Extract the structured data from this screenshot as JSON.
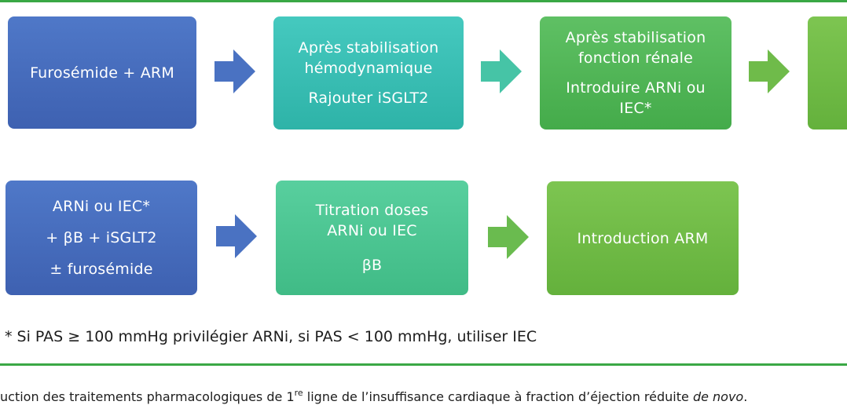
{
  "row1": {
    "box1": {
      "line1": "Furosémide + ARM"
    },
    "box2": {
      "line1": "Après stabilisation",
      "line2": "hémodynamique",
      "line3": "Rajouter iSGLT2"
    },
    "box3": {
      "line1": "Après stabilisation",
      "line2": "fonction rénale",
      "line3": "Introduire ARNi ou",
      "line4": "IEC*"
    }
  },
  "row2": {
    "box1": {
      "line1": "ARNi ou IEC*",
      "line2": "+ βB + iSGLT2",
      "line3": "± furosémide"
    },
    "box2": {
      "line1": "Titration doses",
      "line2": "ARNi ou IEC",
      "line3": "βB"
    },
    "box3": {
      "line1": "Introduction ARM"
    }
  },
  "footnote": "* Si PAS ≥ 100 mmHg privilégier ARNi, si PAS < 100 mmHg, utiliser IEC",
  "caption": {
    "before": "uction des traitements pharmacologiques de 1",
    "sup": "re",
    "after": " ligne de l’insuffisance cardiaque à fraction d’éjection réduite ",
    "italic": "de novo",
    "end": "."
  },
  "colors": {
    "blue": "#4569bb",
    "teal": "#3bbfb4",
    "teal_green": "#4cc592",
    "green": "#52b657",
    "light_green": "#70bb46",
    "rule": "#3aa845"
  }
}
